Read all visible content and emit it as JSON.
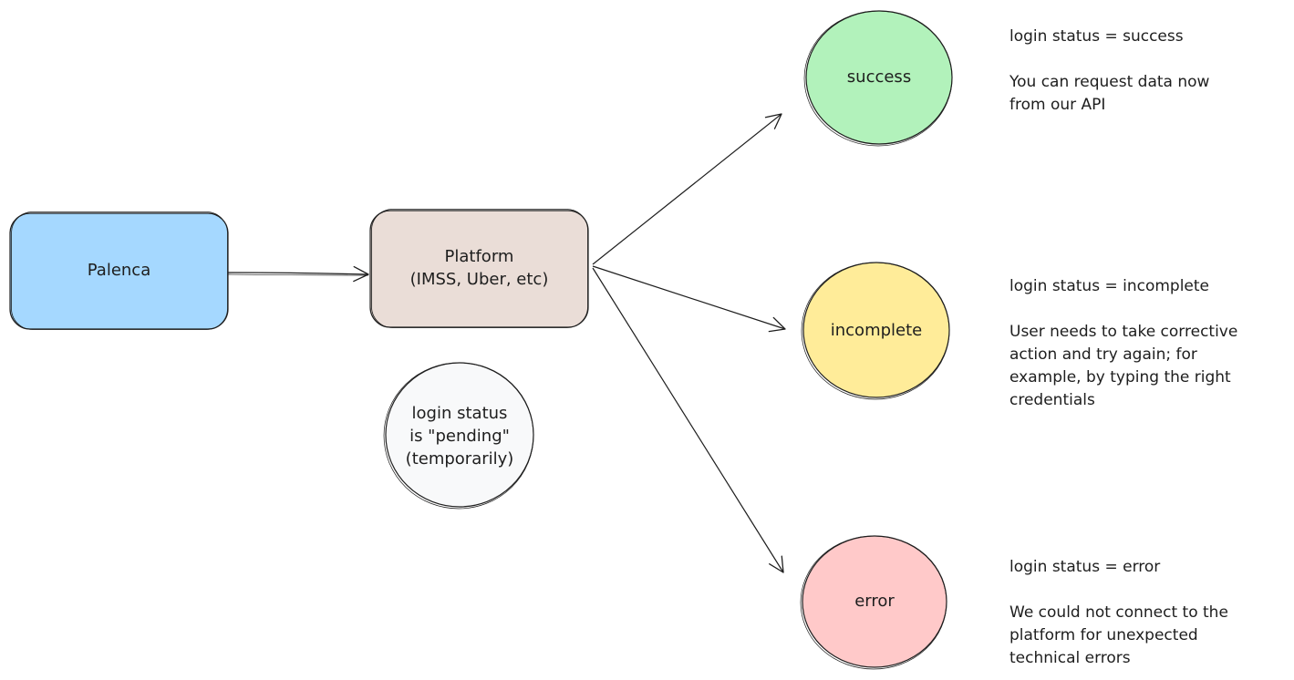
{
  "nodes": {
    "palenca": {
      "label": "Palenca",
      "fill": "#a5d8ff"
    },
    "platform": {
      "line1": "Platform",
      "line2": "(IMSS, Uber, etc)",
      "fill": "#eaddd7"
    },
    "pending": {
      "line1": "login status",
      "line2": "is \"pending\"",
      "line3": "(temporarily)",
      "fill": "#f8f9fa"
    },
    "success": {
      "label": "success",
      "fill": "#b2f2bb"
    },
    "incomplete": {
      "label": "incomplete",
      "fill": "#ffec99"
    },
    "error": {
      "label": "error",
      "fill": "#ffc9c9"
    }
  },
  "notes": {
    "success": {
      "status": "login status = success",
      "lines": [
        "You can request data now",
        "from our API"
      ]
    },
    "incomplete": {
      "status": "login status = incomplete",
      "lines": [
        "User needs to take corrective",
        "action and try again; for",
        "example, by typing the right",
        "credentials"
      ]
    },
    "error": {
      "status": "login status = error",
      "lines": [
        "We could not connect to the",
        "platform for unexpected",
        "technical errors"
      ]
    }
  },
  "colors": {
    "stroke": "#1e1e1e"
  }
}
